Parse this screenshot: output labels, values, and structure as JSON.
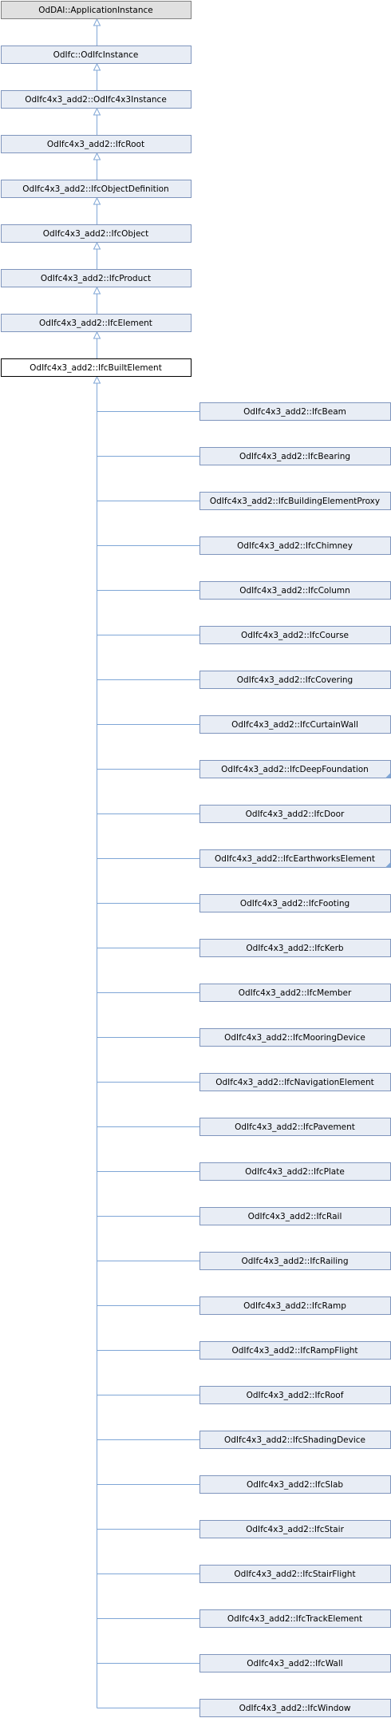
{
  "colors": {
    "ancestor_fill": "#e8edf5",
    "ancestor_stroke": "#7f95bd",
    "root_fill": "#e0e0e0",
    "root_stroke": "#808080",
    "current_fill": "#ffffff",
    "current_stroke": "#000000",
    "edge": "#7fa6d6"
  },
  "ancestors": [
    "OdDAI::ApplicationInstance",
    "OdIfc::OdIfcInstance",
    "OdIfc4x3_add2::OdIfc4x3Instance",
    "OdIfc4x3_add2::IfcRoot",
    "OdIfc4x3_add2::IfcObjectDefinition",
    "OdIfc4x3_add2::IfcObject",
    "OdIfc4x3_add2::IfcProduct",
    "OdIfc4x3_add2::IfcElement"
  ],
  "current": "OdIfc4x3_add2::IfcBuiltElement",
  "children": [
    {
      "label": "OdIfc4x3_add2::IfcBeam",
      "has_more": false
    },
    {
      "label": "OdIfc4x3_add2::IfcBearing",
      "has_more": false
    },
    {
      "label": "OdIfc4x3_add2::IfcBuildingElementProxy",
      "has_more": false
    },
    {
      "label": "OdIfc4x3_add2::IfcChimney",
      "has_more": false
    },
    {
      "label": "OdIfc4x3_add2::IfcColumn",
      "has_more": false
    },
    {
      "label": "OdIfc4x3_add2::IfcCourse",
      "has_more": false
    },
    {
      "label": "OdIfc4x3_add2::IfcCovering",
      "has_more": false
    },
    {
      "label": "OdIfc4x3_add2::IfcCurtainWall",
      "has_more": false
    },
    {
      "label": "OdIfc4x3_add2::IfcDeepFoundation",
      "has_more": true
    },
    {
      "label": "OdIfc4x3_add2::IfcDoor",
      "has_more": false
    },
    {
      "label": "OdIfc4x3_add2::IfcEarthworksElement",
      "has_more": true
    },
    {
      "label": "OdIfc4x3_add2::IfcFooting",
      "has_more": false
    },
    {
      "label": "OdIfc4x3_add2::IfcKerb",
      "has_more": false
    },
    {
      "label": "OdIfc4x3_add2::IfcMember",
      "has_more": false
    },
    {
      "label": "OdIfc4x3_add2::IfcMooringDevice",
      "has_more": false
    },
    {
      "label": "OdIfc4x3_add2::IfcNavigationElement",
      "has_more": false
    },
    {
      "label": "OdIfc4x3_add2::IfcPavement",
      "has_more": false
    },
    {
      "label": "OdIfc4x3_add2::IfcPlate",
      "has_more": false
    },
    {
      "label": "OdIfc4x3_add2::IfcRail",
      "has_more": false
    },
    {
      "label": "OdIfc4x3_add2::IfcRailing",
      "has_more": false
    },
    {
      "label": "OdIfc4x3_add2::IfcRamp",
      "has_more": false
    },
    {
      "label": "OdIfc4x3_add2::IfcRampFlight",
      "has_more": false
    },
    {
      "label": "OdIfc4x3_add2::IfcRoof",
      "has_more": false
    },
    {
      "label": "OdIfc4x3_add2::IfcShadingDevice",
      "has_more": false
    },
    {
      "label": "OdIfc4x3_add2::IfcSlab",
      "has_more": false
    },
    {
      "label": "OdIfc4x3_add2::IfcStair",
      "has_more": false
    },
    {
      "label": "OdIfc4x3_add2::IfcStairFlight",
      "has_more": false
    },
    {
      "label": "OdIfc4x3_add2::IfcTrackElement",
      "has_more": false
    },
    {
      "label": "OdIfc4x3_add2::IfcWall",
      "has_more": false
    },
    {
      "label": "OdIfc4x3_add2::IfcWindow",
      "has_more": false
    }
  ]
}
